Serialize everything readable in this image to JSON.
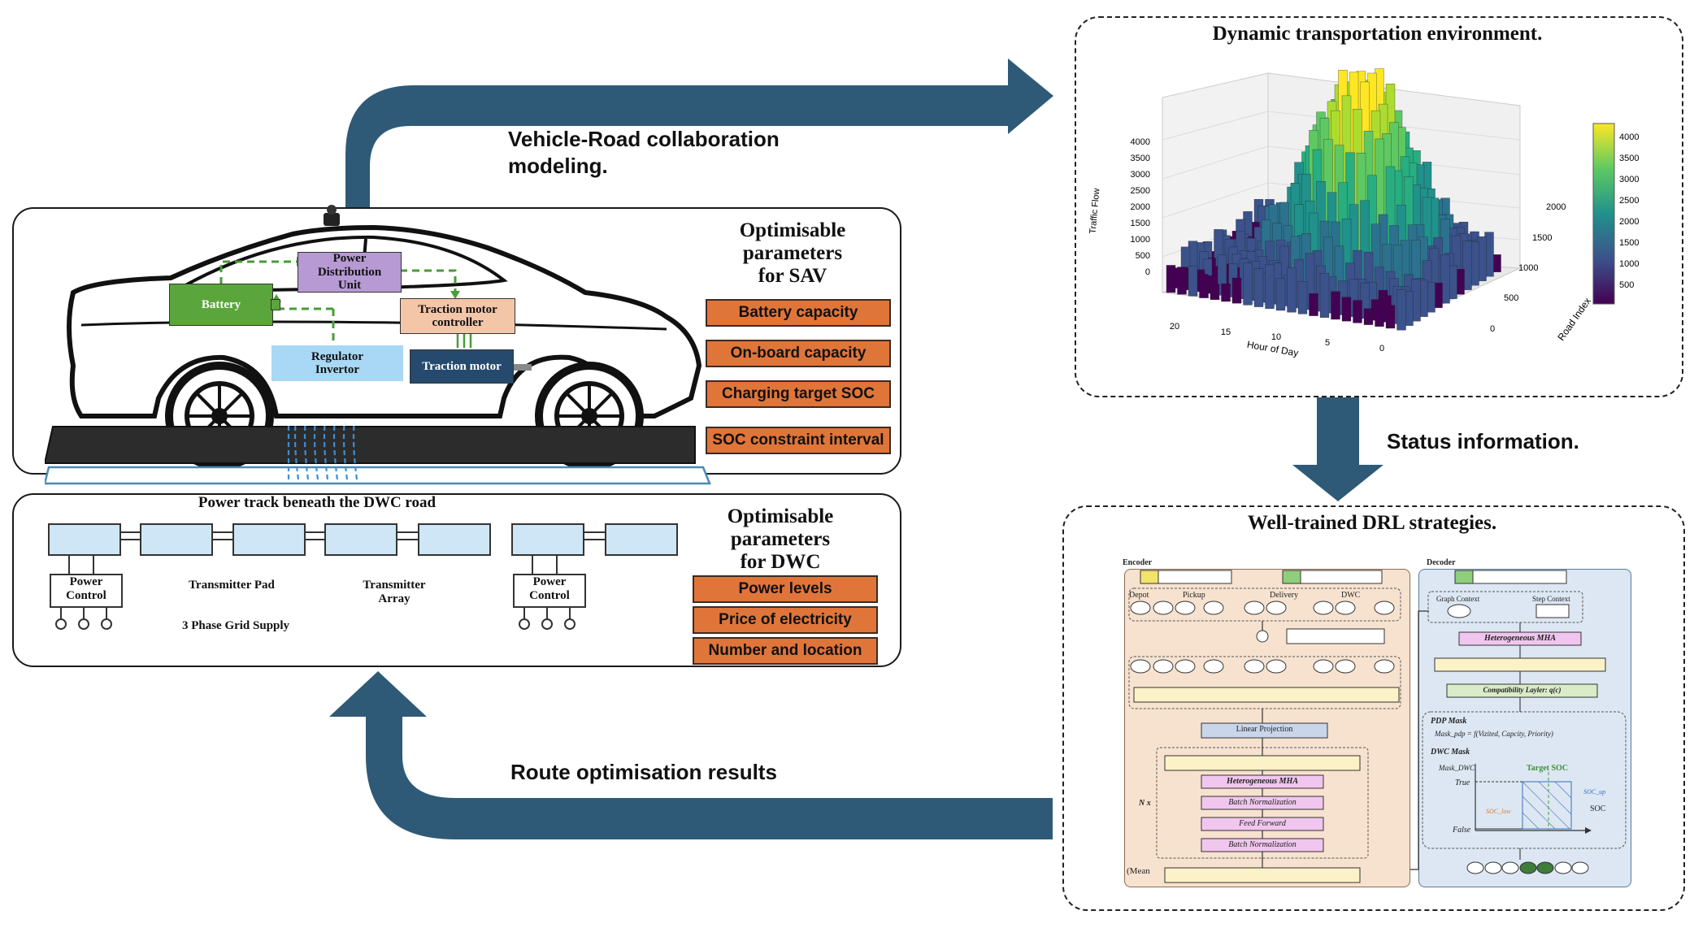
{
  "arrows": {
    "top": "Vehicle-Road collaboration\nmodeling.",
    "right": "Status information.",
    "bottom": "Route optimisation results"
  },
  "sav": {
    "components": {
      "battery": "Battery",
      "pdu": "Power\nDistribution\nUnit",
      "tmc": "Traction motor\ncontroller",
      "regulator": "Regulator\nInvertor",
      "motor": "Traction motor"
    },
    "params_title": "Optimisable\nparameters\nfor SAV",
    "params": [
      "Battery capacity",
      "On-board capacity",
      "Charging target SOC",
      "SOC constraint interval"
    ]
  },
  "dwc": {
    "title": "Power track beneath the DWC road",
    "power_control": "Power\nControl",
    "transmitter_pad": "Transmitter Pad",
    "transmitter_array": "Transmitter\nArray",
    "grid": "3 Phase Grid Supply",
    "params_title": "Optimisable\nparameters\nfor DWC",
    "params": [
      "Power levels",
      "Price of electricity",
      "Number and location"
    ]
  },
  "env": {
    "title": "Dynamic transportation environment.",
    "zlabel": "Traffic Flow",
    "xlabel": "Hour of Day",
    "ylabel": "Road Index",
    "zticks": [
      "4000",
      "3500",
      "3000",
      "2500",
      "2000",
      "1500",
      "1000",
      "500",
      "0"
    ],
    "xticks": [
      "20",
      "15",
      "10",
      "5",
      "0"
    ],
    "yticks": [
      "2000",
      "1500",
      "1000",
      "500",
      "0"
    ],
    "cbar_ticks": [
      "4000",
      "3500",
      "3000",
      "2500",
      "2000",
      "1500",
      "1000",
      "500"
    ]
  },
  "drl": {
    "title": "Well-trained DRL strategies.",
    "encoder": "Encoder",
    "decoder": "Decoder",
    "depot": "Depot",
    "pickup": "Pickup",
    "delivery": "Delivery",
    "dwc": "DWC",
    "linear_projection": "Linear Projection",
    "hetero_mha": "Heterogeneous  MHA",
    "batch_norm": "Batch Normalization",
    "feed_forward": "Feed Forward",
    "nx": "N x",
    "mean": "(Mean",
    "graph_context": "Graph Context",
    "step_context": "Step Context",
    "hetero_mha_dec": "Heterogeneous  MHA",
    "compat": "Compatibility Layler:  q(c)",
    "pdp_mask": "PDP Mask",
    "pdp_formula": "Mask_pdp = f(Vizited, Capcity, Priority)",
    "dwc_mask": "DWC Mask",
    "mask_dwc": "Mask_DWC",
    "true": "True",
    "false": "False",
    "target_soc": "Target SOC",
    "soc": "SOC",
    "soc_up": "SOC_up",
    "soc_low": "SOC_low"
  },
  "colors": {
    "arrow": "#2e5a77",
    "param_orange": "#e0753a",
    "battery_green": "#5aa63c",
    "pdu_purple": "#b79ad4",
    "tmc_peach": "#f4c6a8",
    "regulator_blue": "#a8d8f5",
    "motor_navy": "#254a6e",
    "pad_blue": "#cfe6f6",
    "encoder_bg": "#f7e2cf",
    "decoder_bg": "#dce7f3"
  }
}
